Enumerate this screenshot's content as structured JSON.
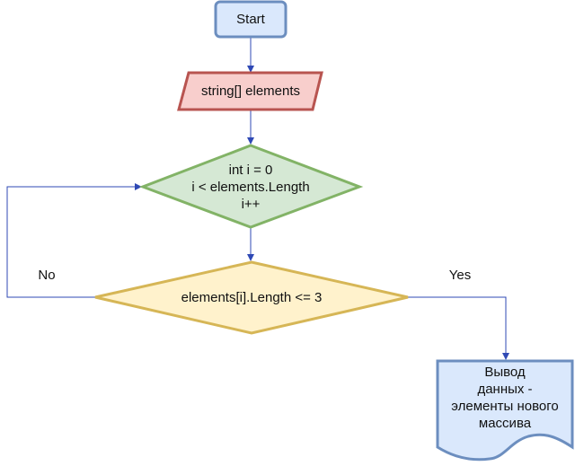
{
  "diagram": {
    "start": {
      "label": "Start"
    },
    "input": {
      "label": "string[] elements"
    },
    "loop": {
      "lines": [
        "int i = 0",
        "i < elements.Length",
        "i++"
      ]
    },
    "condition": {
      "label": "elements[i].Length <= 3"
    },
    "output": {
      "lines": [
        "Вывод",
        "данных -",
        "элементы нового",
        "массива"
      ]
    },
    "edges": {
      "no_label": "No",
      "yes_label": "Yes"
    }
  },
  "colors": {
    "start_fill": "#dae8fc",
    "start_stroke": "#6c8ebf",
    "input_fill": "#f8cecc",
    "input_stroke": "#b85450",
    "loop_fill": "#d5e8d4",
    "loop_stroke": "#82b366",
    "condition_fill": "#fff2cc",
    "condition_stroke": "#d6b656",
    "output_fill": "#dae8fc",
    "output_stroke": "#6c8ebf",
    "connector": "#2f49b5"
  }
}
